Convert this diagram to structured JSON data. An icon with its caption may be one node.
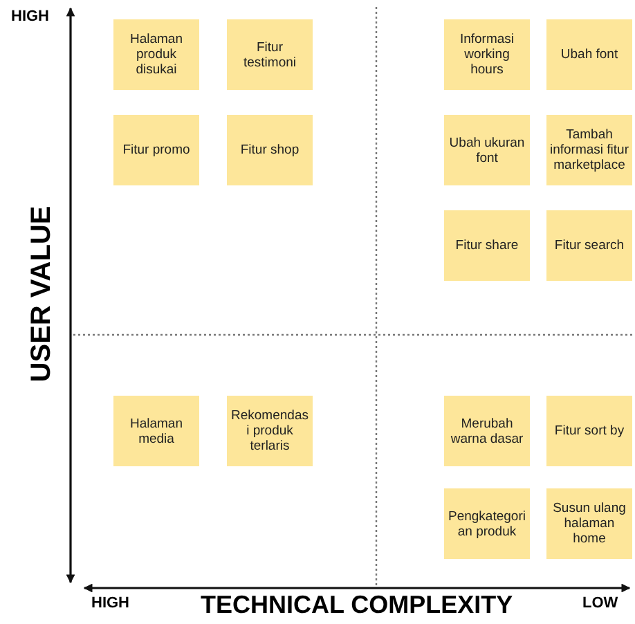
{
  "diagram": {
    "nodes": [
      {
        "text": [
          "Halaman produk disukai"
        ]
      },
      {
        "text": [
          "Fitur testimoni"
        ]
      },
      {
        "text": [
          "Fitur promo"
        ]
      },
      {
        "text": [
          "Fitur shop"
        ]
      },
      {
        "text": [
          "Informasi working hours"
        ]
      },
      {
        "text": [
          "Ubah font"
        ]
      },
      {
        "text": [
          "Ubah ukuran font"
        ]
      },
      {
        "text": [
          "Tambah informasi fitur marketplace"
        ]
      },
      {
        "text": [
          "Fitur share"
        ]
      },
      {
        "text": [
          "Fitur search"
        ]
      },
      {
        "text": [
          "Halaman media"
        ]
      },
      {
        "text": [
          "Rekomendasi produk terlaris"
        ]
      },
      {
        "text": [
          "Merubah warna dasar"
        ]
      },
      {
        "text": [
          "Fitur sort by"
        ]
      },
      {
        "text": [
          "Pengkategorian produk"
        ]
      },
      {
        "text": [
          "Susun ulang halaman home"
        ]
      }
    ],
    "edges": [],
    "labels": [
      "HIGH",
      "USER VALUE",
      "HIGH",
      "TECHNICAL COMPLEXITY",
      "LOW"
    ]
  }
}
